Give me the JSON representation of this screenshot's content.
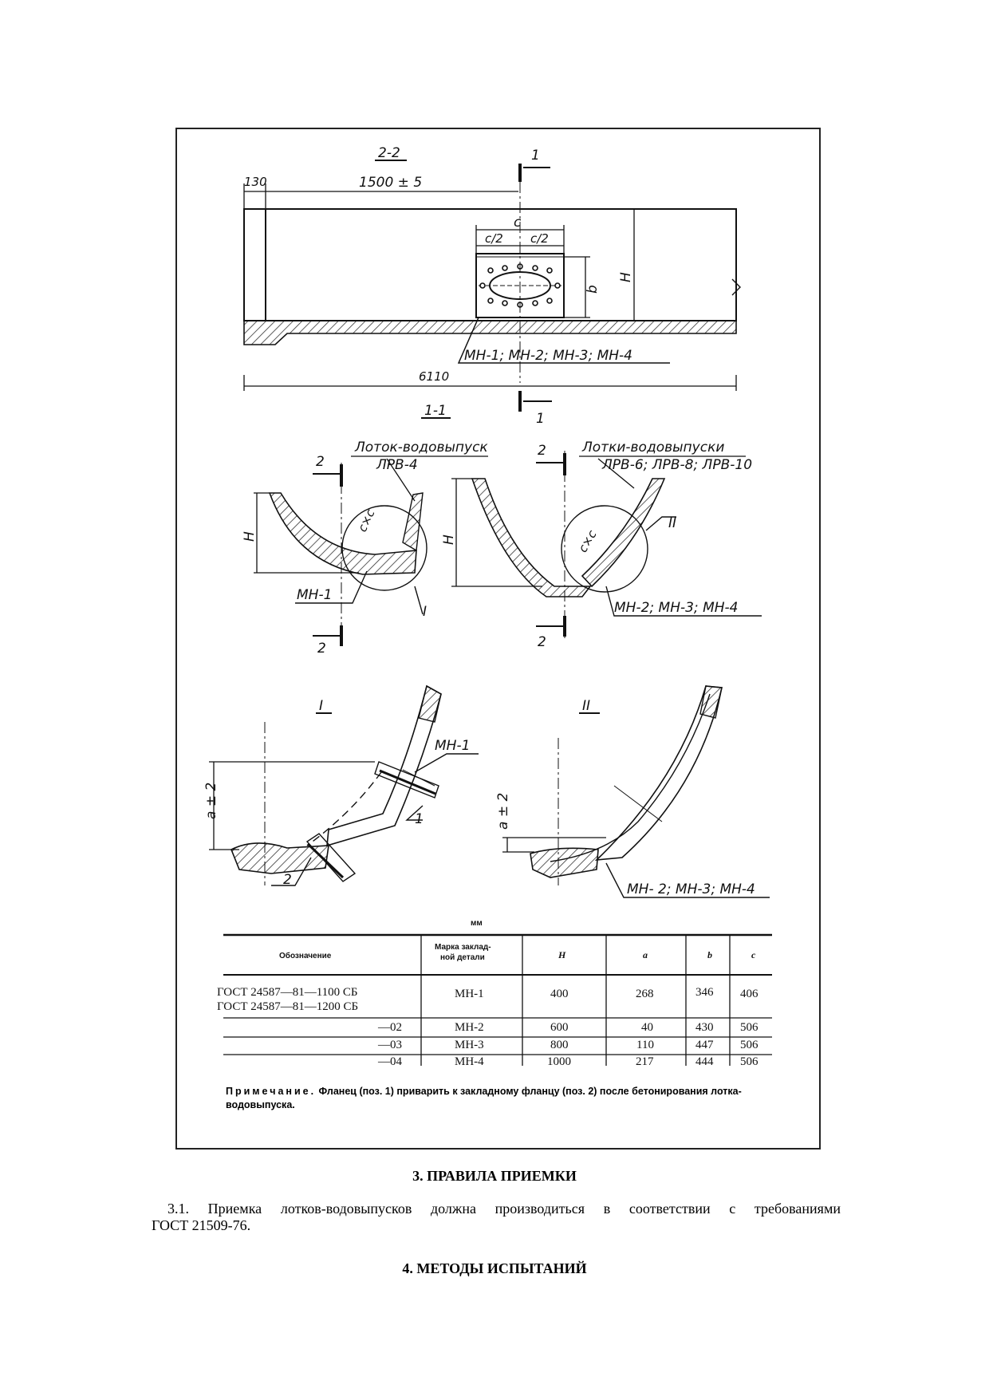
{
  "drawing": {
    "section_2_2": "2-2",
    "section_1_1": "1-1",
    "mark_1": "1",
    "mark_2": "2",
    "dim_130": "130",
    "dim_1500": "1500 ± 5",
    "dim_6110": "6110",
    "dim_c": "c",
    "dim_c2": "c/2",
    "dim_b": "b",
    "dim_H": "H",
    "dim_cxc": "c×c",
    "dim_a": "a ± 2",
    "leader_mn_all": "МН-1; МН-2; МН-3; МН-4",
    "leader_mn_1": "МН-1",
    "leader_mn_234": "МН-2; МН-3; МН-4",
    "leader_mn_234_b": "МН- 2; МН-3; МН-4",
    "tray_left_title": "Лоток-водовыпуск",
    "tray_left_mark": "ЛРВ-4",
    "tray_right_title": "Лотки-водовыпуски",
    "tray_right_mark": "ЛРВ-6; ЛРВ-8; ЛРВ-10",
    "detail_I": "I",
    "detail_II": "II",
    "pos_1": "1",
    "pos_2": "2"
  },
  "table": {
    "unit": "мм",
    "headers": [
      "Обозначение",
      "Марка заклад-",
      "ной детали",
      "H",
      "a",
      "b",
      "c"
    ],
    "rows": [
      {
        "designation": "ГОСТ 24587—81—1100 СБ",
        "designation2": "ГОСТ 24587—81—1200 СБ",
        "part": "МН-1",
        "H": "400",
        "a": "268",
        "b": "346",
        "c": "406"
      },
      {
        "designation": "—02",
        "part": "МН-2",
        "H": "600",
        "a": "40",
        "b": "430",
        "c": "506"
      },
      {
        "designation": "—03",
        "part": "МН-3",
        "H": "800",
        "a": "110",
        "b": "447",
        "c": "506"
      },
      {
        "designation": "—04",
        "part": "МН-4",
        "H": "1000",
        "a": "217",
        "b": "444",
        "c": "506"
      }
    ]
  },
  "note": {
    "label": "Примечание.",
    "text": "Фланец (поз. 1) приварить к закладному фланцу (поз. 2) после бетонирования лотка-водовыпуска."
  },
  "section3": {
    "heading": "3. ПРАВИЛА ПРИЕМКИ",
    "line1": "3.1. Приемка лотков-водовыпусков должна производиться   в соответствии с требованиями",
    "line2": "ГОСТ 21509-76."
  },
  "section4": {
    "heading": "4. МЕТОДЫ ИСПЫТАНИЙ"
  }
}
